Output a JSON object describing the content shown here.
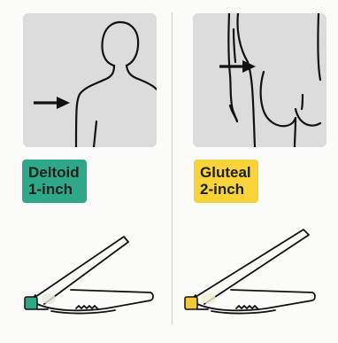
{
  "injections": [
    {
      "site": "Deltoid",
      "needle_length": "1-inch",
      "color": "#2fa888",
      "needle_hub_color": "#2fa888",
      "illustration": "upper-body-shoulder-with-arrow"
    },
    {
      "site": "Gluteal",
      "needle_length": "2-inch",
      "color": "#f9d33a",
      "needle_hub_color": "#f2c93b",
      "illustration": "buttocks-with-arrow"
    }
  ]
}
